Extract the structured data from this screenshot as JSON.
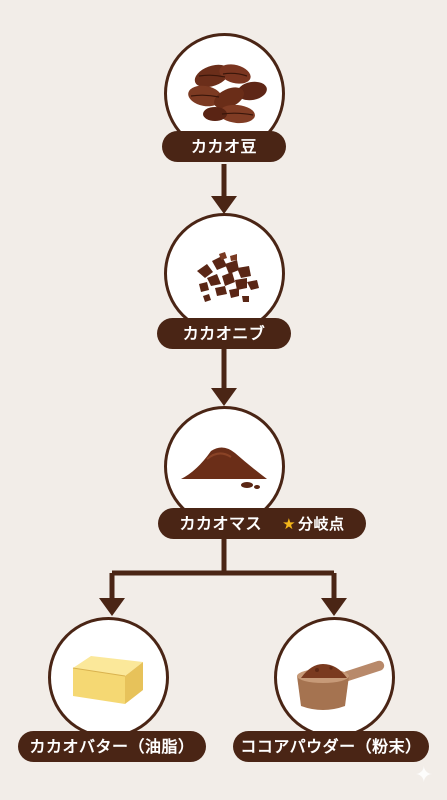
{
  "nodes": {
    "beans": {
      "label": "カカオ豆"
    },
    "nibs": {
      "label": "カカオニブ"
    },
    "mass": {
      "label": "カカオマス",
      "branch_tag": "分岐点",
      "branch_icon": "star-icon"
    },
    "butter": {
      "label": "カカオバター（油脂）"
    },
    "powder": {
      "label": "ココアパウダー（粉末）"
    }
  },
  "colors": {
    "background": "#f2ede8",
    "primary": "#4a2515",
    "circle": "#ffffff",
    "star": "#f3b61a"
  },
  "icons": [
    "cacao-beans-icon",
    "cacao-nibs-icon",
    "cacao-mass-icon",
    "butter-block-icon",
    "cocoa-powder-scoop-icon",
    "sparkle-icon"
  ]
}
